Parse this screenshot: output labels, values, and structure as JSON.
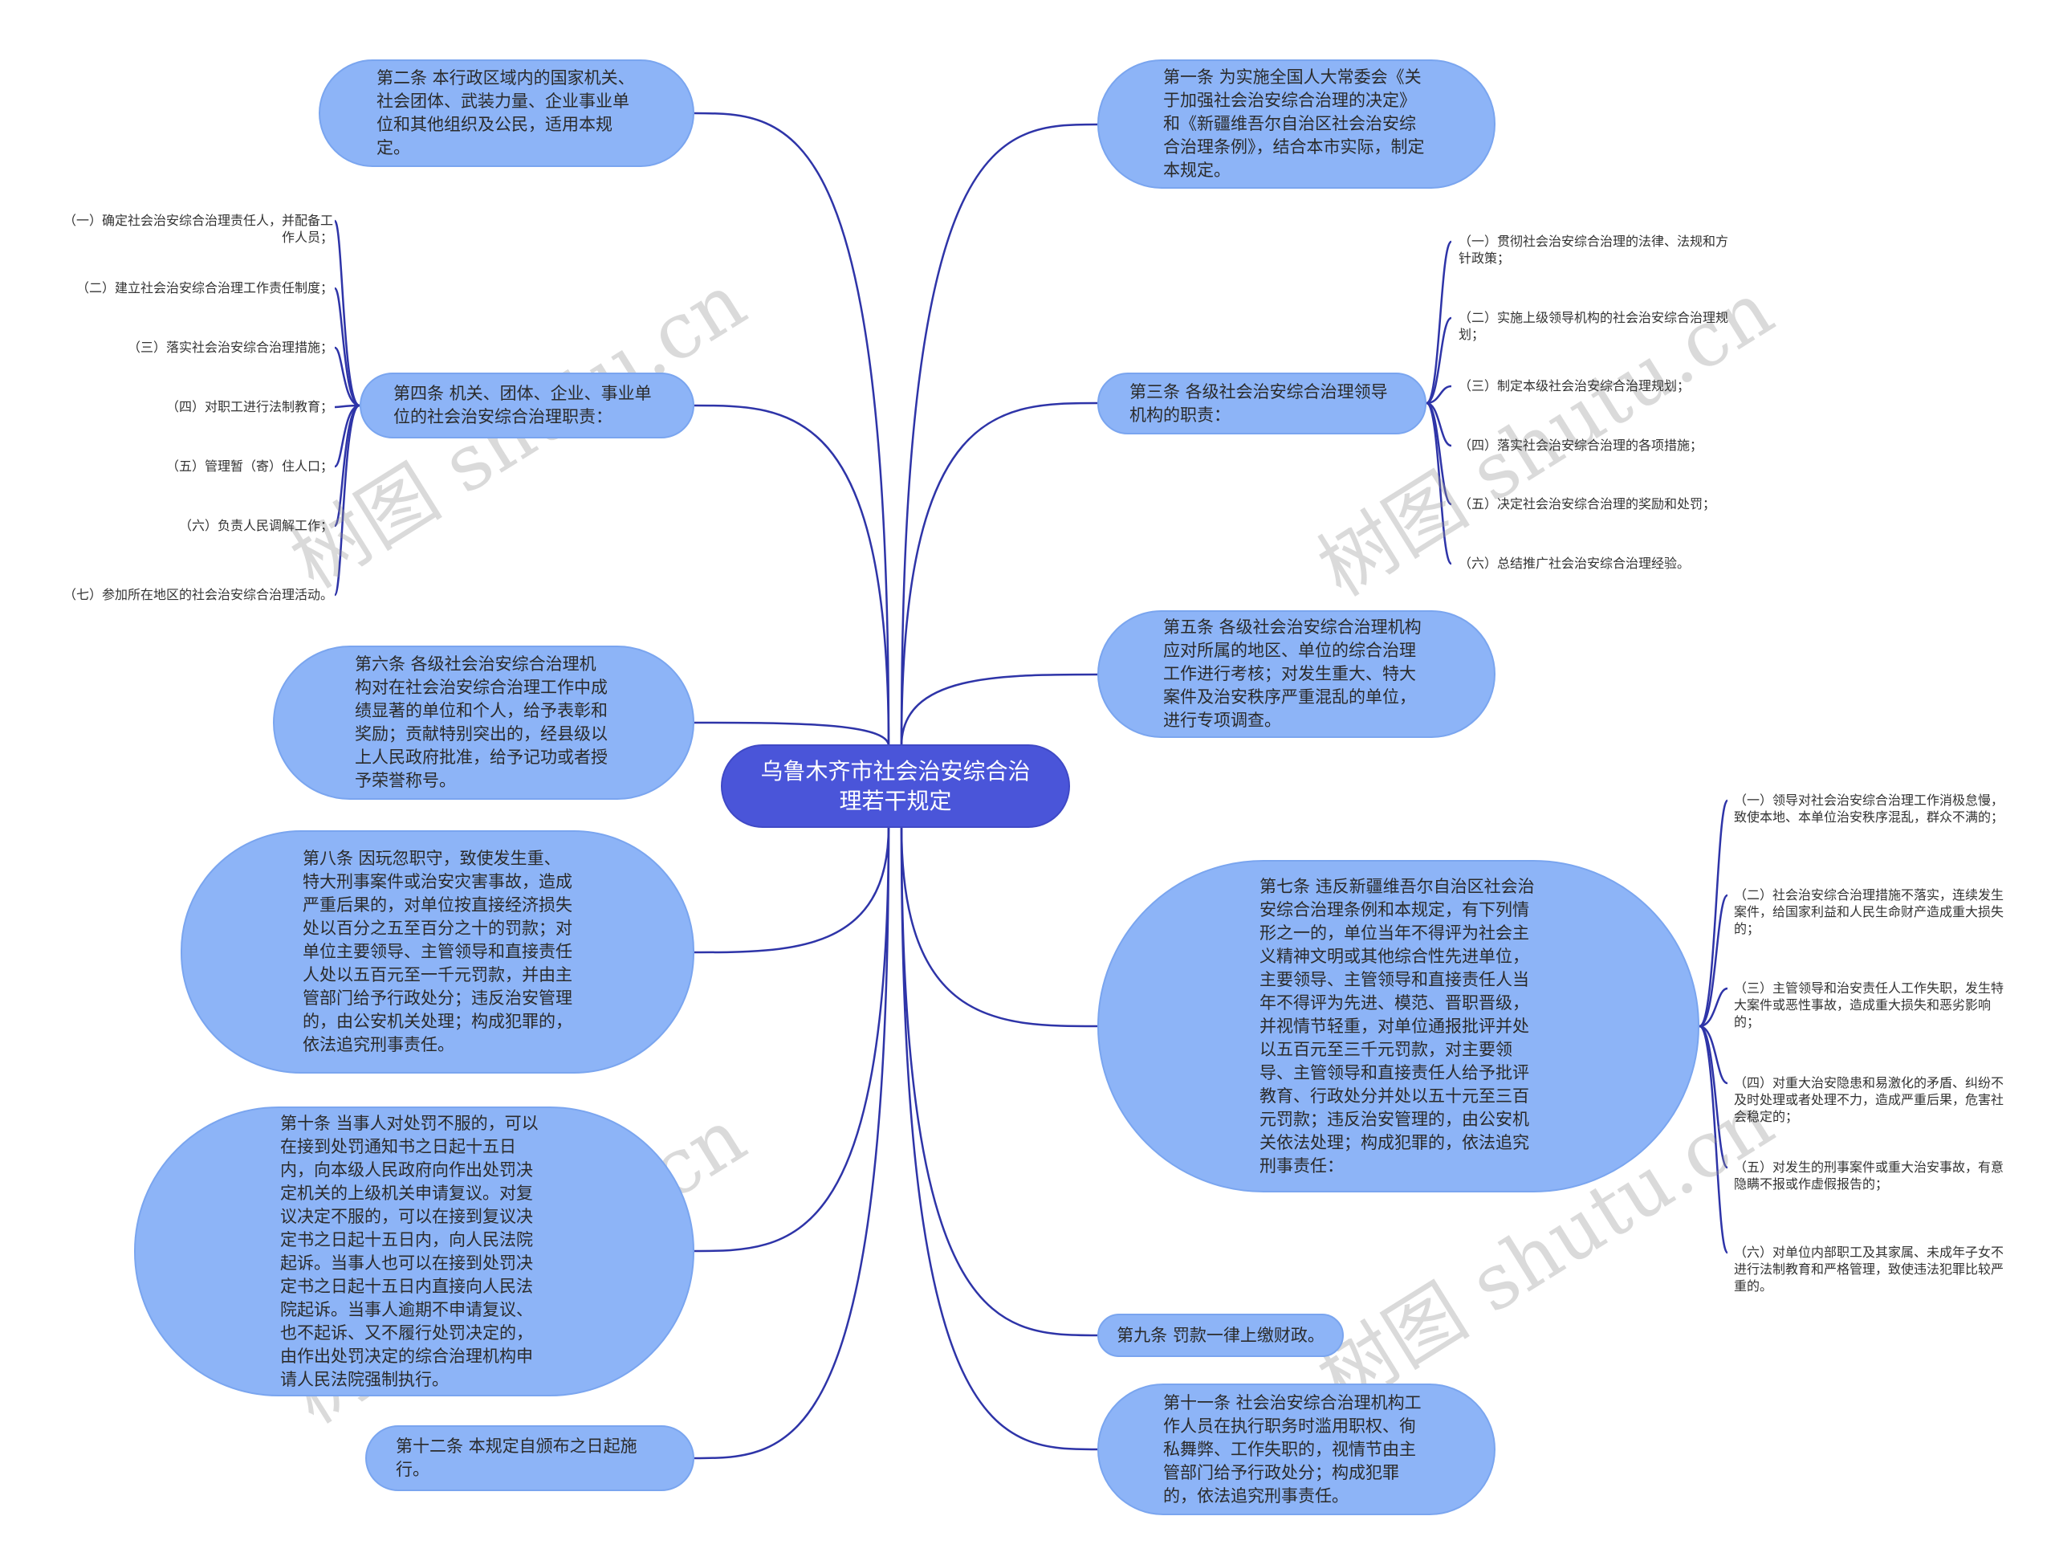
{
  "center": "乌鲁木齐市社会治安综合治理若干规定",
  "nodes": {
    "art1": "第一条 为实施全国人大常委会《关于加强社会治安综合治理的决定》和《新疆维吾尔自治区社会治安综合治理条例》，结合本市实际，制定本规定。",
    "art2": "第二条 本行政区域内的国家机关、社会团体、武装力量、企业事业单位和其他组织及公民，适用本规定。",
    "art3": "第三条 各级社会治安综合治理领导机构的职责：",
    "art4": "第四条 机关、团体、企业、事业单位的社会治安综合治理职责：",
    "art5": "第五条 各级社会治安综合治理机构应对所属的地区、单位的综合治理工作进行考核；对发生重大、特大案件及治安秩序严重混乱的单位，进行专项调查。",
    "art6": "第六条 各级社会治安综合治理机构对在社会治安综合治理工作中成绩显著的单位和个人，给予表彰和奖励；贡献特别突出的，经县级以上人民政府批准，给予记功或者授予荣誉称号。",
    "art7": "第七条 违反新疆维吾尔自治区社会治安综合治理条例和本规定，有下列情形之一的，单位当年不得评为社会主义精神文明或其他综合性先进单位，主要领导、主管领导和直接责任人当年不得评为先进、模范、晋职晋级，并视情节轻重，对单位通报批评并处以五百元至三千元罚款，对主要领导、主管领导和直接责任人给予批评教育、行政处分并处以五十元至三百元罚款；违反治安管理的，由公安机关依法处理；构成犯罪的，依法追究刑事责任：",
    "art8": "第八条 因玩忽职守，致使发生重、特大刑事案件或治安灾害事故，造成严重后果的，对单位按直接经济损失处以百分之五至百分之十的罚款；对单位主要领导、主管领导和直接责任人处以五百元至一千元罚款，并由主管部门给予行政处分；违反治安管理的，由公安机关处理；构成犯罪的，依法追究刑事责任。",
    "art9": "第九条 罚款一律上缴财政。",
    "art10": "第十条 当事人对处罚不服的，可以在接到处罚通知书之日起十五日内，向本级人民政府向作出处罚决定机关的上级机关申请复议。对复议决定不服的，可以在接到复议决定书之日起十五日内，向人民法院起诉。当事人也可以在接到处罚决定书之日起十五日内直接向人民法院起诉。当事人逾期不申请复议、也不起诉、又不履行处罚决定的，由作出处罚决定的综合治理机构申请人民法院强制执行。",
    "art11": "第十一条 社会治安综合治理机构工作人员在执行职务时滥用职权、徇私舞弊、工作失职的，视情节由主管部门给予行政处分；构成犯罪的，依法追究刑事责任。",
    "art12": "第十二条 本规定自颁布之日起施行。"
  },
  "art3_items": [
    "（一）贯彻社会治安综合治理的法律、法规和方针政策；",
    "（二）实施上级领导机构的社会治安综合治理规划；",
    "（三）制定本级社会治安综合治理规划；",
    "（四）落实社会治安综合治理的各项措施；",
    "（五）决定社会治安综合治理的奖励和处罚；",
    "（六）总结推广社会治安综合治理经验。"
  ],
  "art4_items": [
    "（一）确定社会治安综合治理责任人，并配备工作人员；",
    "（二）建立社会治安综合治理工作责任制度；",
    "（三）落实社会治安综合治理措施；",
    "（四）对职工进行法制教育；",
    "（五）管理暂（寄）住人口；",
    "（六）负责人民调解工作；",
    "（七）参加所在地区的社会治安综合治理活动。"
  ],
  "art7_items": [
    "（一）领导对社会治安综合治理工作消极怠慢，致使本地、本单位治安秩序混乱，群众不满的；",
    "（二）社会治安综合治理措施不落实，连续发生案件，给国家利益和人民生命财产造成重大损失的；",
    "（三）主管领导和治安责任人工作失职，发生特大案件或恶性事故，造成重大损失和恶劣影响的；",
    "（四）对重大治安隐患和易激化的矛盾、纠纷不及时处理或者处理不力，造成严重后果，危害社会稳定的；",
    "（五）对发生的刑事案件或重大治安事故，有意隐瞒不报或作虚假报告的；",
    "（六）对单位内部职工及其家属、未成年子女不进行法制教育和严格管理，致使违法犯罪比较严重的。"
  ],
  "watermark": "树图 shutu.cn",
  "colors": {
    "node": "#8db4f7",
    "center": "#4a55d9",
    "edge": "#2e34a8"
  }
}
